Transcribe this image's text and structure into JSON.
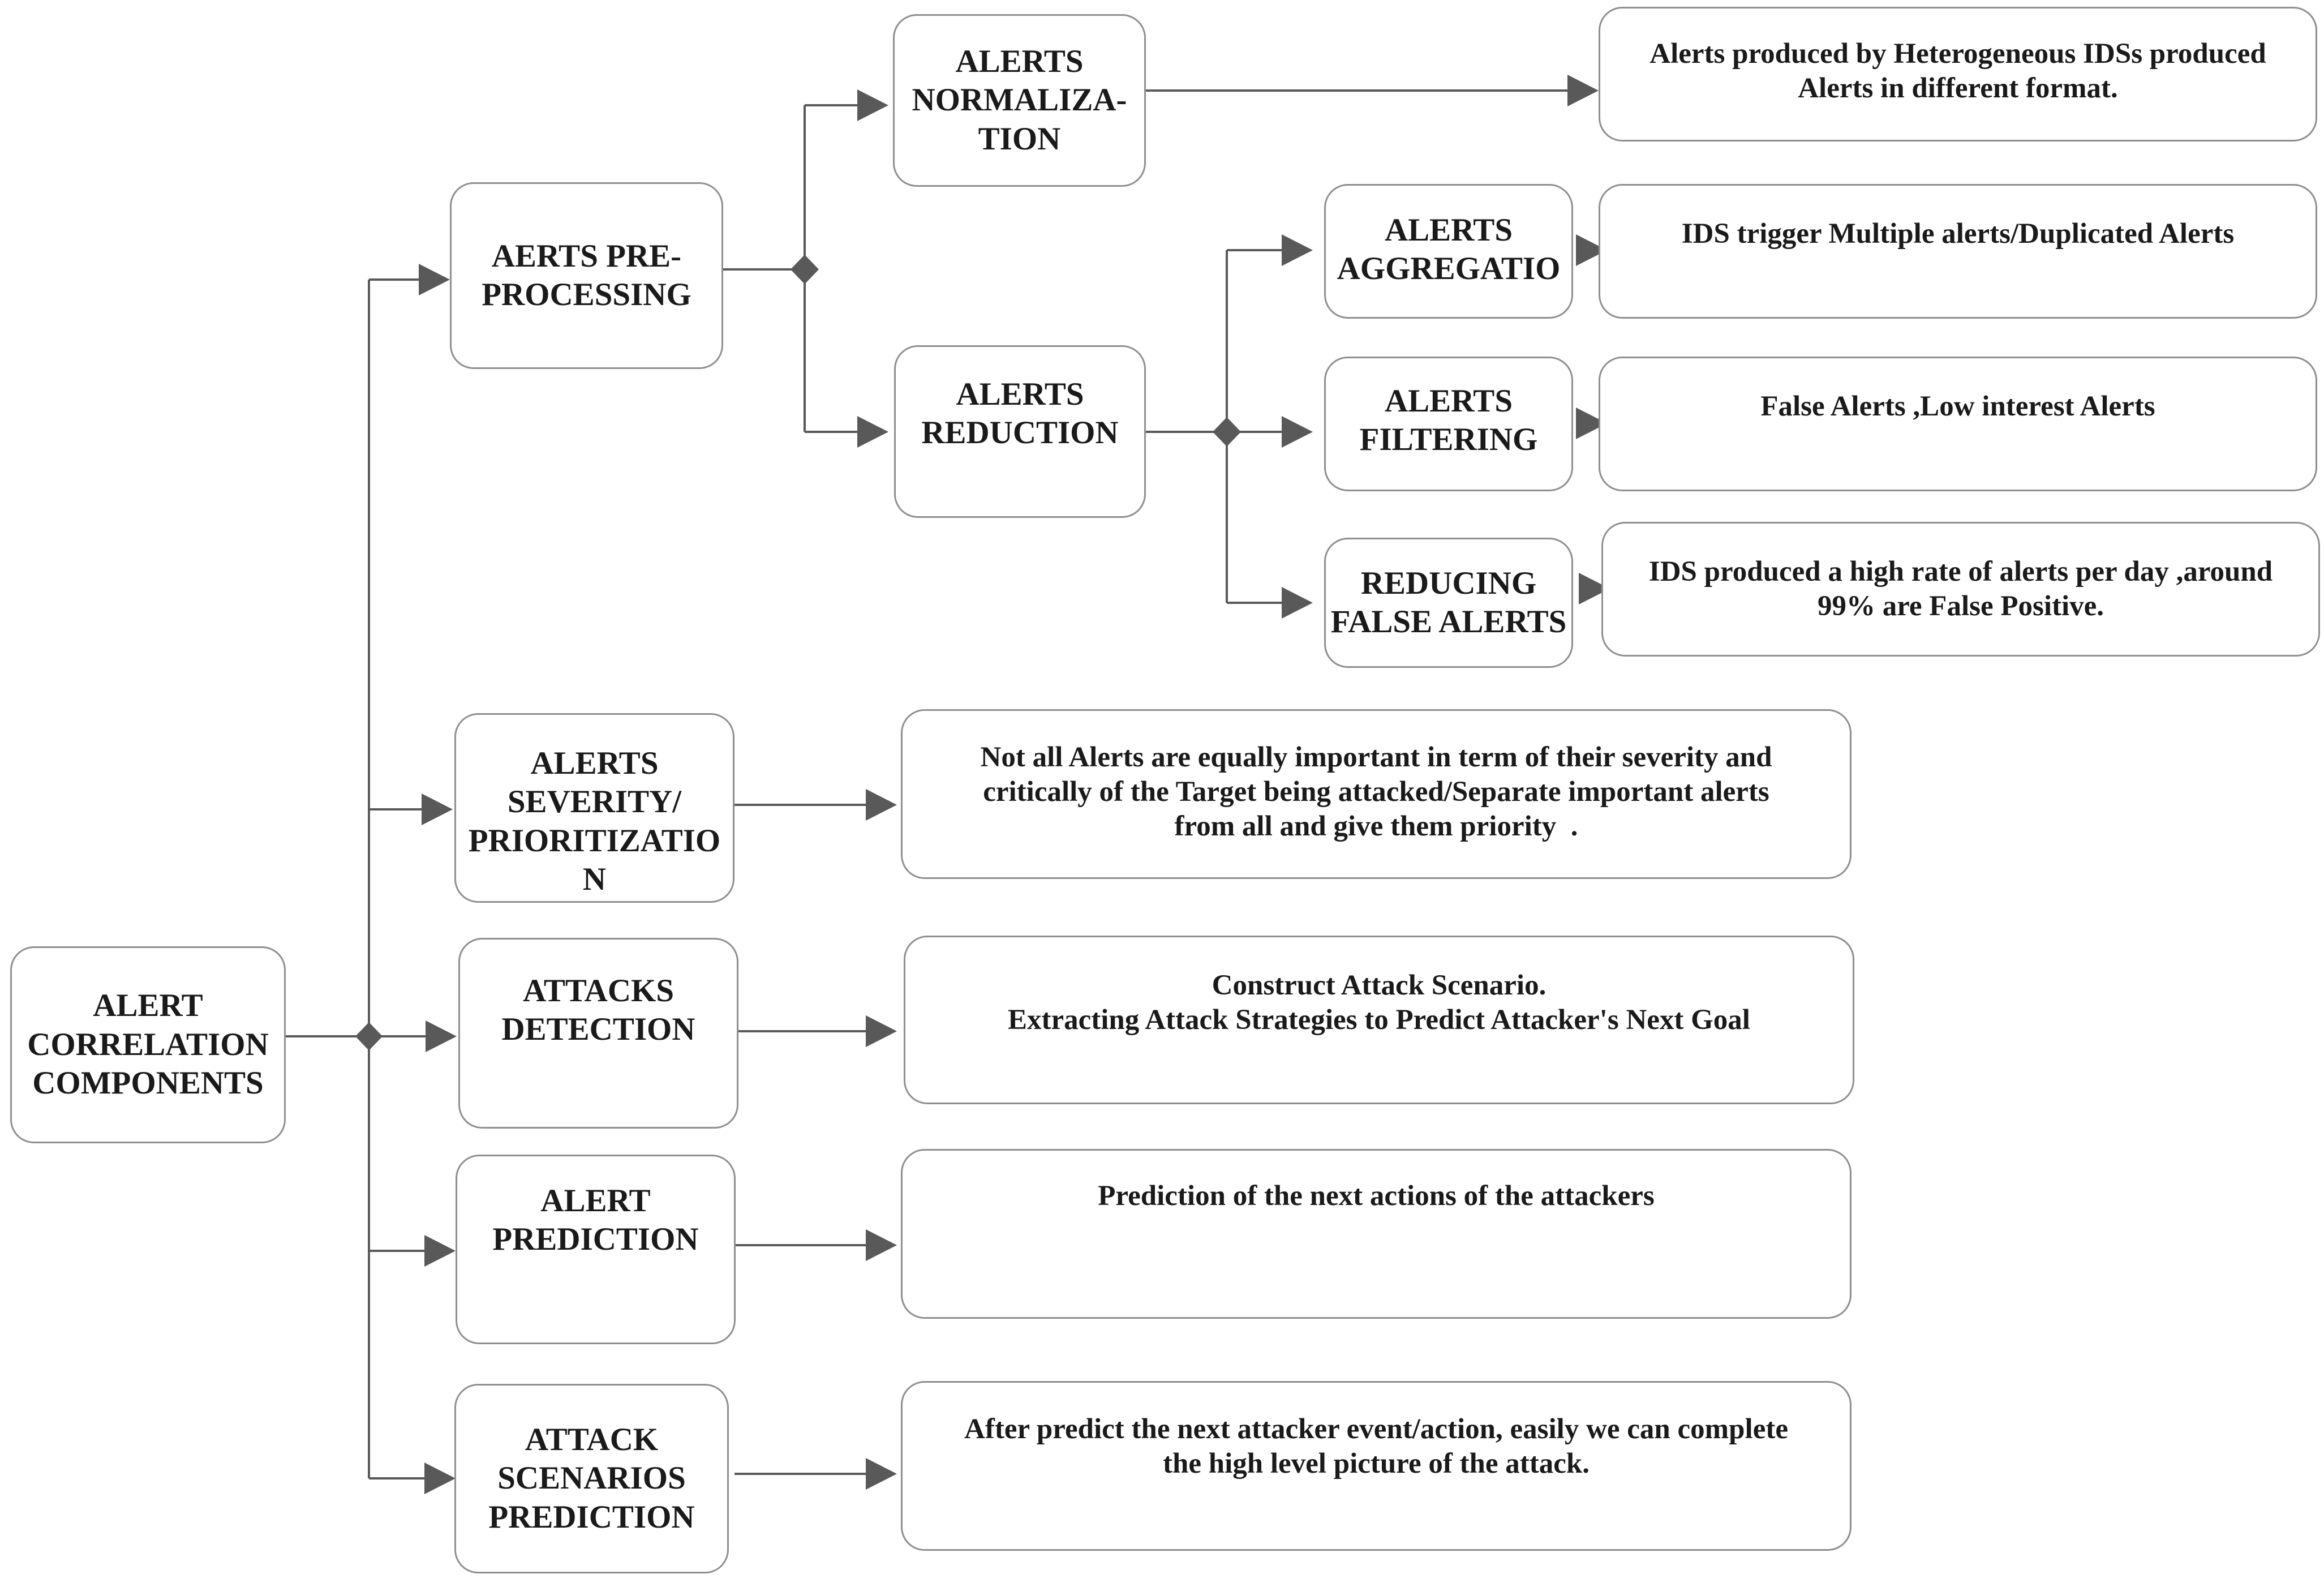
{
  "colors": {
    "line": "#595959",
    "border": "#8f8f8f",
    "text": "#1a1a1a",
    "background": "#ffffff"
  },
  "nodes": {
    "root": "ALERT\nCORRELATION\nCOMPONENTS",
    "preprocessing": "AERTS PRE-\nPROCESSING",
    "normalization": "ALERTS\nNORMALIZA-\nTION",
    "normalization_desc": "Alerts produced by Heterogeneous IDSs produced\nAlerts in different format.",
    "reduction": "ALERTS\nREDUCTION",
    "aggregation": "ALERTS\nAGGREGATIO",
    "aggregation_desc": "IDS trigger Multiple alerts/Duplicated Alerts",
    "filtering": "ALERTS\nFILTERING",
    "filtering_desc": "False Alerts ,Low interest Alerts",
    "reducing_false": "REDUCING\nFALSE ALERTS",
    "reducing_false_desc": "IDS produced a high rate of alerts per day ,around\n99% are False Positive.",
    "severity": "ALERTS\nSEVERITY/\nPRIORITIZATIO\nN",
    "severity_desc": "Not all Alerts are equally important in term of their severity and\ncritically of the Target being attacked/Separate important alerts\nfrom all and give them priority  .",
    "detection": "ATTACKS\nDETECTION",
    "detection_desc": "Construct Attack Scenario.\nExtracting Attack Strategies to Predict Attacker's Next Goal",
    "prediction": "ALERT\nPREDICTION",
    "prediction_desc": "Prediction of the next actions of the attackers",
    "scenarios": "ATTACK\nSCENARIOS\nPREDICTION",
    "scenarios_desc": "After predict the next attacker event/action, easily we can complete\nthe high level picture of the attack."
  }
}
